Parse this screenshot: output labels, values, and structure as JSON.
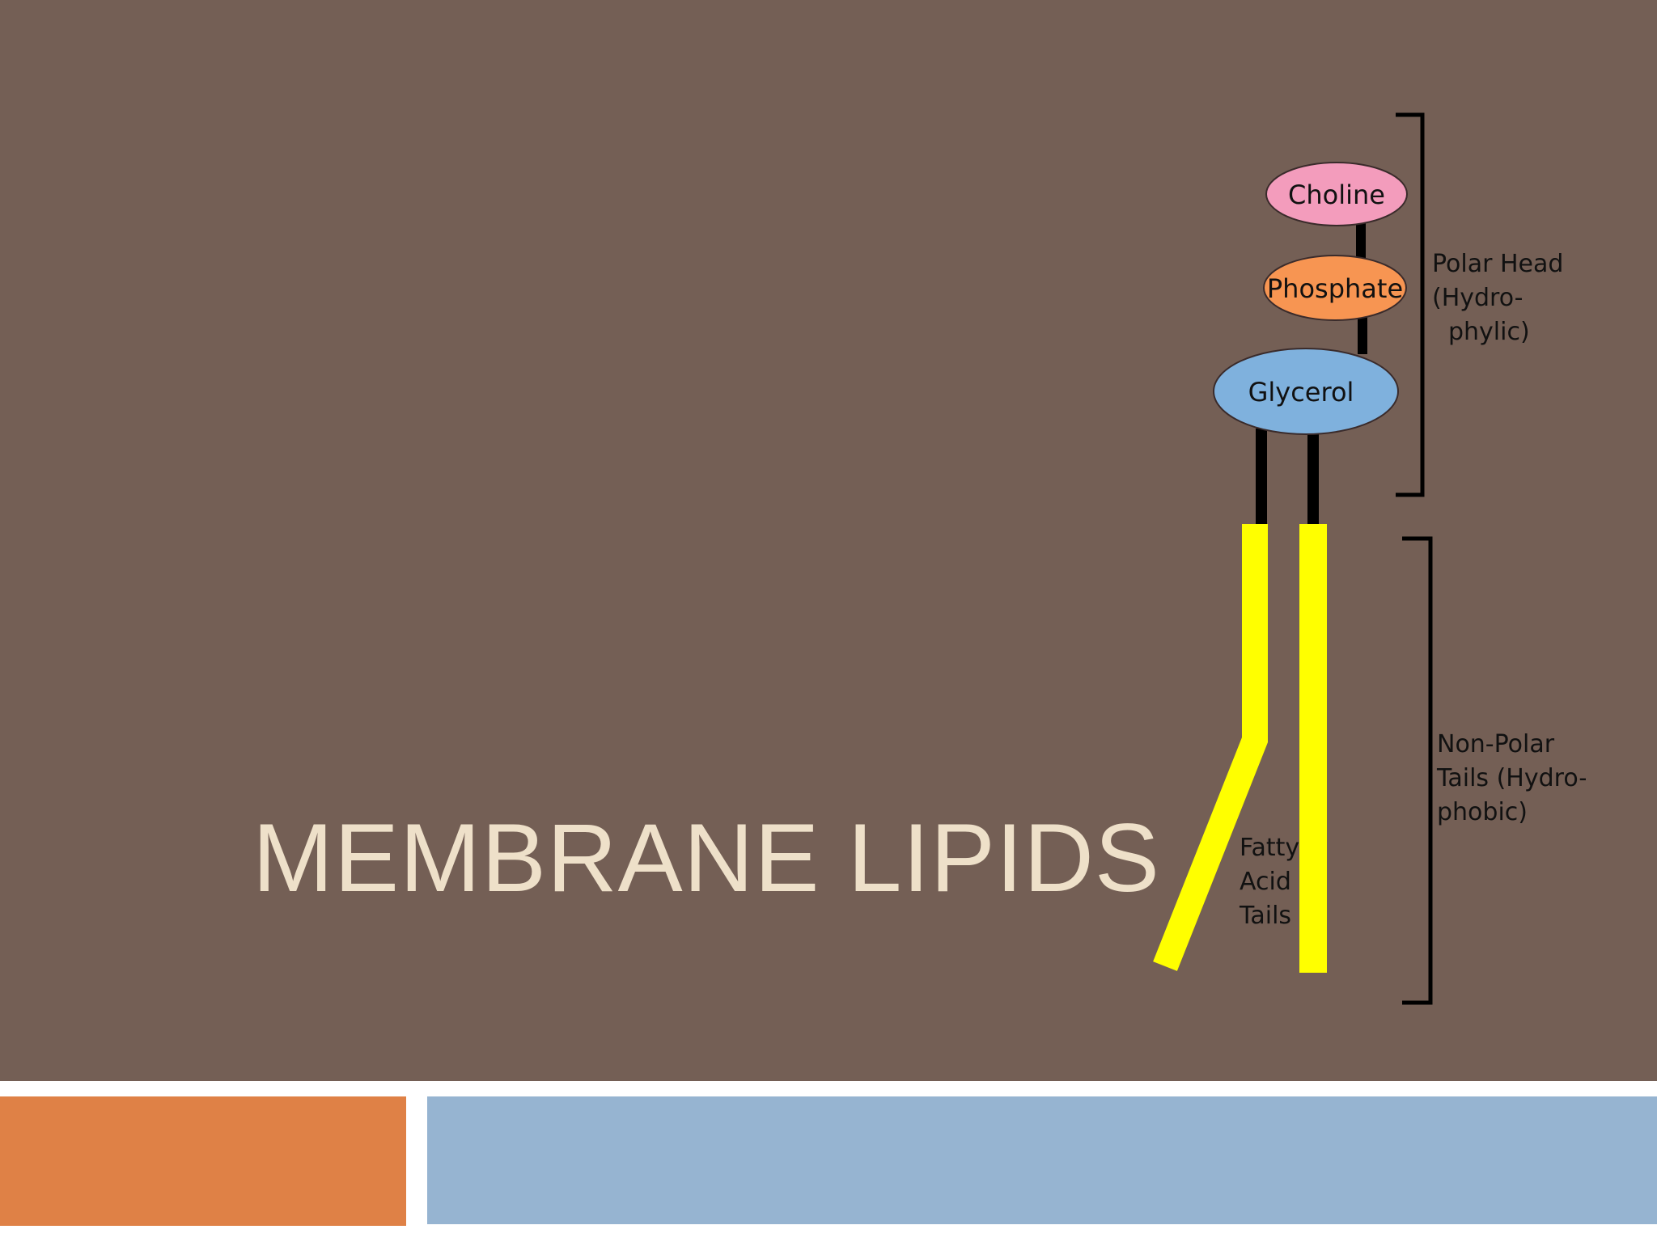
{
  "slide": {
    "title": "MEMBRANE LIPIDS"
  },
  "diagram": {
    "head_groups": {
      "choline": "Choline",
      "phosphate": "Phosphate",
      "glycerol": "Glycerol"
    },
    "labels": {
      "polar_head": [
        "Polar Head",
        "(Hydro-",
        "phylic)"
      ],
      "non_polar_tails": [
        "Non-Polar",
        "Tails (Hydro-",
        "phobic)"
      ],
      "fatty_acid_tails": [
        "Fatty",
        "Acid",
        "Tails"
      ]
    }
  },
  "colors": {
    "background": "#745f55",
    "title": "#eee0c9",
    "choline": "#f39cbc",
    "phosphate": "#f79552",
    "glycerol": "#7fb1dd",
    "tails": "#ffff00",
    "accent_orange": "#df8146",
    "accent_blue": "#96b4d1"
  }
}
